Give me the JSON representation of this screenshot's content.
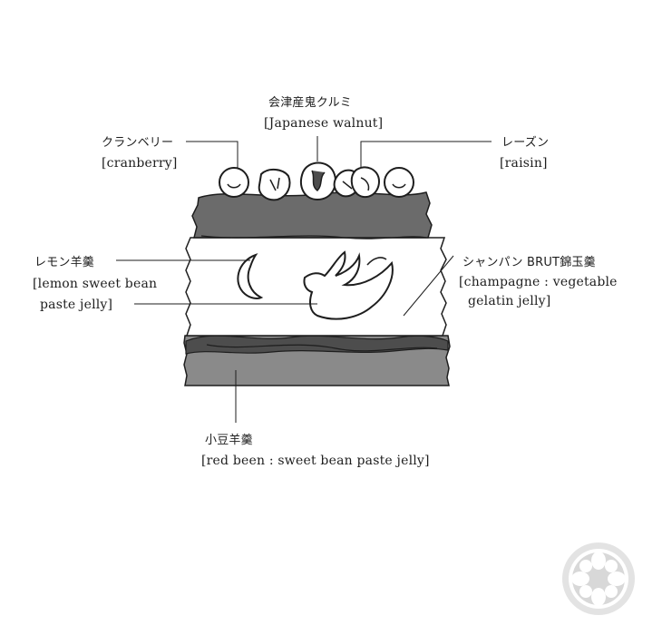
{
  "labels": {
    "walnut": {
      "jp": "会津産鬼クルミ",
      "en": "[Japanese walnut]"
    },
    "cranberry": {
      "jp": "クランベリー",
      "en": "[cranberry]"
    },
    "raisin": {
      "jp": "レーズン",
      "en": "[raisin]"
    },
    "lemon": {
      "jp": "レモン羊羹",
      "en1": "[lemon sweet bean",
      "en2": "paste jelly]"
    },
    "champagne": {
      "jp": "シャンパン BRUT錦玉羹",
      "en1": "[champagne : vegetable",
      "en2": "gelatin jelly]"
    },
    "redbean": {
      "jp": "小豆羊羹",
      "en": "[red been : sweet bean paste jelly]"
    }
  },
  "colors": {
    "ink": "#1e1e1e",
    "dark_band": "#6b6b6b",
    "red_bean_band": "#8a8a8a",
    "wave": "#4d4d4d",
    "jelly_white": "#ffffff",
    "logo_gray": "#d8d8d8"
  },
  "logo": {
    "icon": "flower-crest-icon"
  }
}
